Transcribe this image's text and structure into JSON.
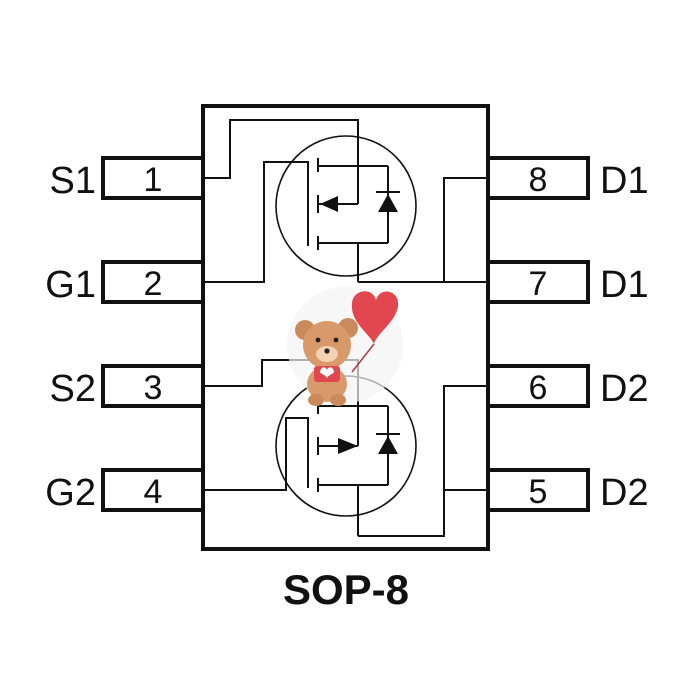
{
  "package": {
    "label": "SOP-8"
  },
  "pins": [
    {
      "number": "1",
      "name": "S1"
    },
    {
      "number": "2",
      "name": "G1"
    },
    {
      "number": "3",
      "name": "S2"
    },
    {
      "number": "4",
      "name": "G2"
    },
    {
      "number": "5",
      "name": "D2"
    },
    {
      "number": "6",
      "name": "D2"
    },
    {
      "number": "7",
      "name": "D1"
    },
    {
      "number": "8",
      "name": "D1"
    }
  ],
  "colors": {
    "line": "#111111",
    "heart": "#e2474f",
    "bear": "#c98a5c",
    "background": "#ffffff"
  },
  "icons": {
    "mosfet": "n-channel-mosfet-symbol",
    "diode": "body-diode-symbol",
    "mascot": "teddy-bear-with-heart-icon"
  }
}
